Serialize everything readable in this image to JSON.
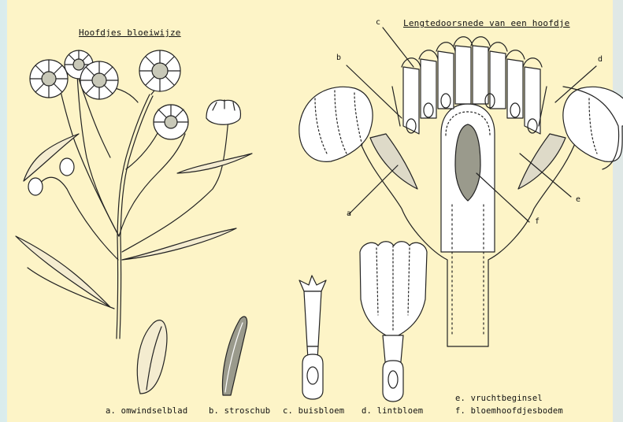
{
  "titles": {
    "left": "Hoofdjes bloeiwijze",
    "right": "Lengtedoorsnede van een hoofdje"
  },
  "section_labels": [
    "a",
    "b",
    "c",
    "d",
    "e",
    "f"
  ],
  "captions": {
    "a": "a. omwindselblad",
    "b": "b. stroschub",
    "c": "c. buisbloem",
    "d": "d. lintbloem",
    "e": "e. vruchtbeginsel",
    "f": "f. bloemhoofdjesbodem"
  },
  "colors": {
    "panel": "#fdf4c7",
    "line": "#222222",
    "shade": "#8a8a7a"
  }
}
